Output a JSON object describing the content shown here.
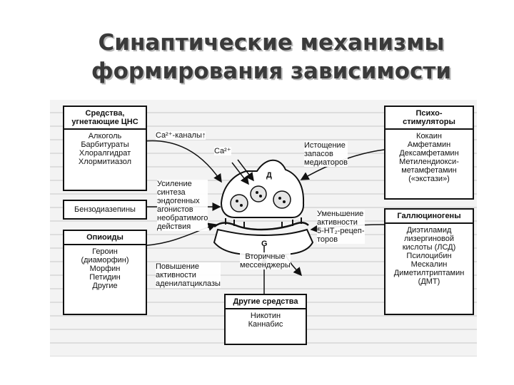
{
  "title": {
    "line1": "Синаптические механизмы",
    "line2": "формирования зависимости"
  },
  "boxes": {
    "cns": {
      "header": [
        "Средства,",
        "угнетающие ЦНС"
      ],
      "items": [
        "Алкоголь",
        "Барбитураты",
        "Хлоралгидрат",
        "Хлормитиазол"
      ]
    },
    "benzo": {
      "items": [
        "Бензодиазепины"
      ]
    },
    "opioids": {
      "header": [
        "Опиоиды"
      ],
      "items": [
        "Героин",
        "(диаморфин)",
        "Морфин",
        "Петидин",
        "Другие"
      ]
    },
    "psycho": {
      "header": [
        "Психо-",
        "стимуляторы"
      ],
      "items": [
        "Кокаин",
        "Амфетамин",
        "Дексамфетамин",
        "Метилендиокси-",
        "метамфетамин",
        "(«экстази»)"
      ]
    },
    "halluc": {
      "header": [
        "Галлюциногены"
      ],
      "items": [
        "Диэтиламид",
        "лизергиновой",
        "кислоты (ЛСД)",
        "Псилоцибин",
        "Мескалин",
        "Диметилтриптамин",
        "(ДМТ)"
      ]
    },
    "other": {
      "header": [
        "Другие средства"
      ],
      "items": [
        "Никотин",
        "Каннабис"
      ]
    }
  },
  "labels": {
    "ca_channels": "Ca²⁺-каналы↑",
    "ca_ion": "Ca²⁺",
    "depletion": [
      "Истощение",
      "запасов",
      "медиаторов"
    ],
    "synthesis": [
      "Усиление",
      "синтеза",
      "эндогенных",
      "агонистов",
      "необратимого",
      "действия"
    ],
    "reduction": [
      "Уменьшение",
      "активности",
      "5-HT₂-рецеп-",
      "торов"
    ],
    "secondary": [
      "Вторичные",
      "мессенджеры"
    ],
    "adenylate": [
      "Повышение",
      "активности",
      "аденилатциклазы"
    ],
    "g_protein": "G",
    "d_symbol": "Д"
  }
}
